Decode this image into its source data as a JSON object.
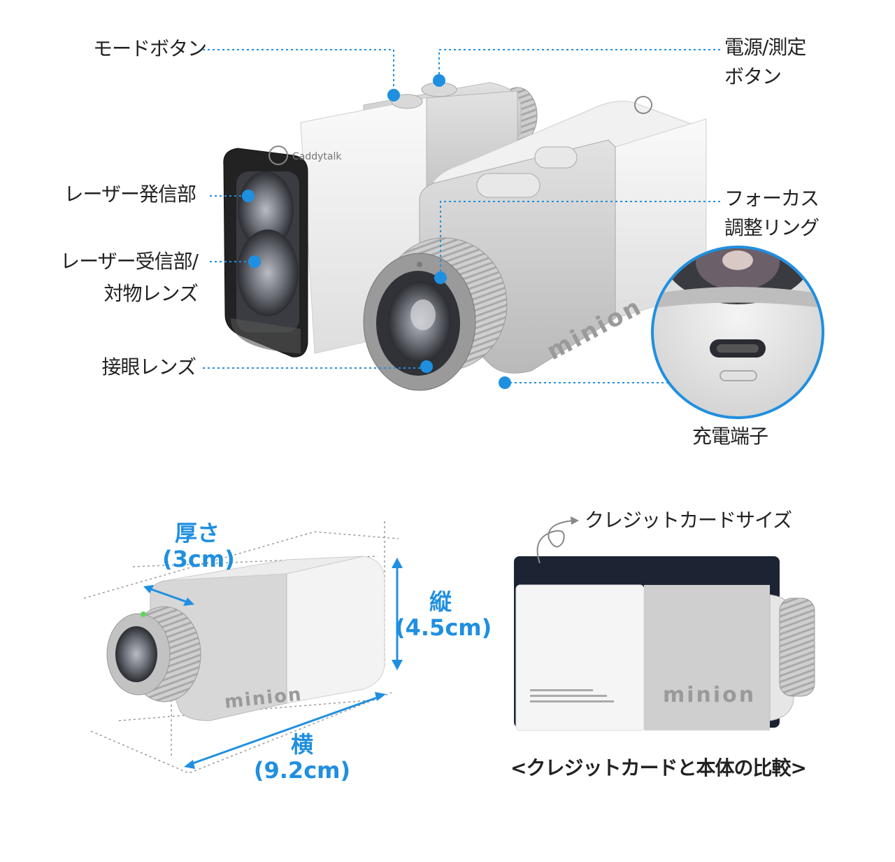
{
  "callouts": {
    "mode_button": "モードボタン",
    "power_measure_line1": "電源/測定",
    "power_measure_line2": "ボタン",
    "laser_emitter": "レーザー発信部",
    "laser_receiver_line1": "レーザー受信部/",
    "laser_receiver_line2": "対物レンズ",
    "eyepiece": "接眼レンズ",
    "focus_ring_line1": "フォーカス",
    "focus_ring_line2": "調整リング",
    "charging_port": "充電端子"
  },
  "dimensions": {
    "thickness_label": "厚さ",
    "thickness_value": "(3cm)",
    "height_label": "縦",
    "height_value": "(4.5cm)",
    "width_label": "横",
    "width_value": "(9.2cm)"
  },
  "comparison": {
    "card_note": "クレジットカードサイズ",
    "caption": "<クレジットカードと本体の比較>"
  },
  "product": {
    "brand_mark": "minion",
    "logo_text": "Caddytalk"
  },
  "colors": {
    "accent_blue": "#1f8fe0",
    "card_dark": "#1c2333",
    "body_white": "#f4f4f4",
    "body_grey": "#cfcfcf"
  }
}
